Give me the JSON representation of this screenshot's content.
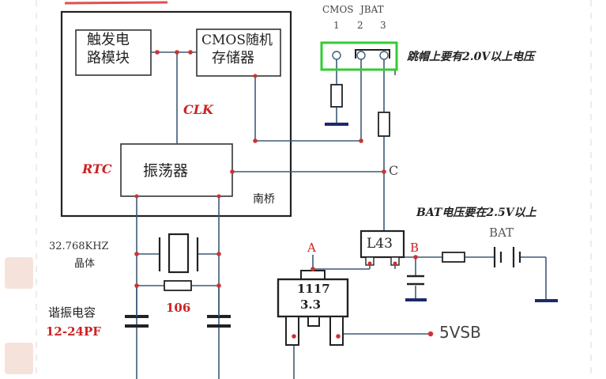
{
  "title_fragment": "",
  "jumper": {
    "header_cmos": "CMOS",
    "header_jbat": "JBAT",
    "pin1": "1",
    "pin2": "2",
    "pin3": "3",
    "note": "跳帽上要有2.0V以上电压"
  },
  "trigger_block": {
    "line1": "触发电",
    "line2": "路模块"
  },
  "cmos_block": {
    "line1": "CMOS随机",
    "line2": "存储器"
  },
  "clk_label": "CLK",
  "rtc_label": "RTC",
  "oscillator_label": "振荡器",
  "southbridge_label": "南桥",
  "node_c": "C",
  "node_a": "A",
  "node_b": "B",
  "bat_note": "BAT电压要在2.5V以上",
  "bat_label": "BAT",
  "l43_label": "L43",
  "regulator": {
    "line1": "1117",
    "line2": "3.3"
  },
  "vsb_label": "5VSB",
  "crystal": {
    "line1": "32.768KHZ",
    "line2": "晶体"
  },
  "resistor_106": "106",
  "caps": {
    "line1": "谐振电容",
    "line2": "12-24PF"
  },
  "colors": {
    "wire": "#3d5a78",
    "jumper_box": "#33cc33",
    "red_dot": "#cc3333",
    "accent_text": "#cc2222",
    "ground": "#1c2a6b",
    "text": "#333333"
  }
}
